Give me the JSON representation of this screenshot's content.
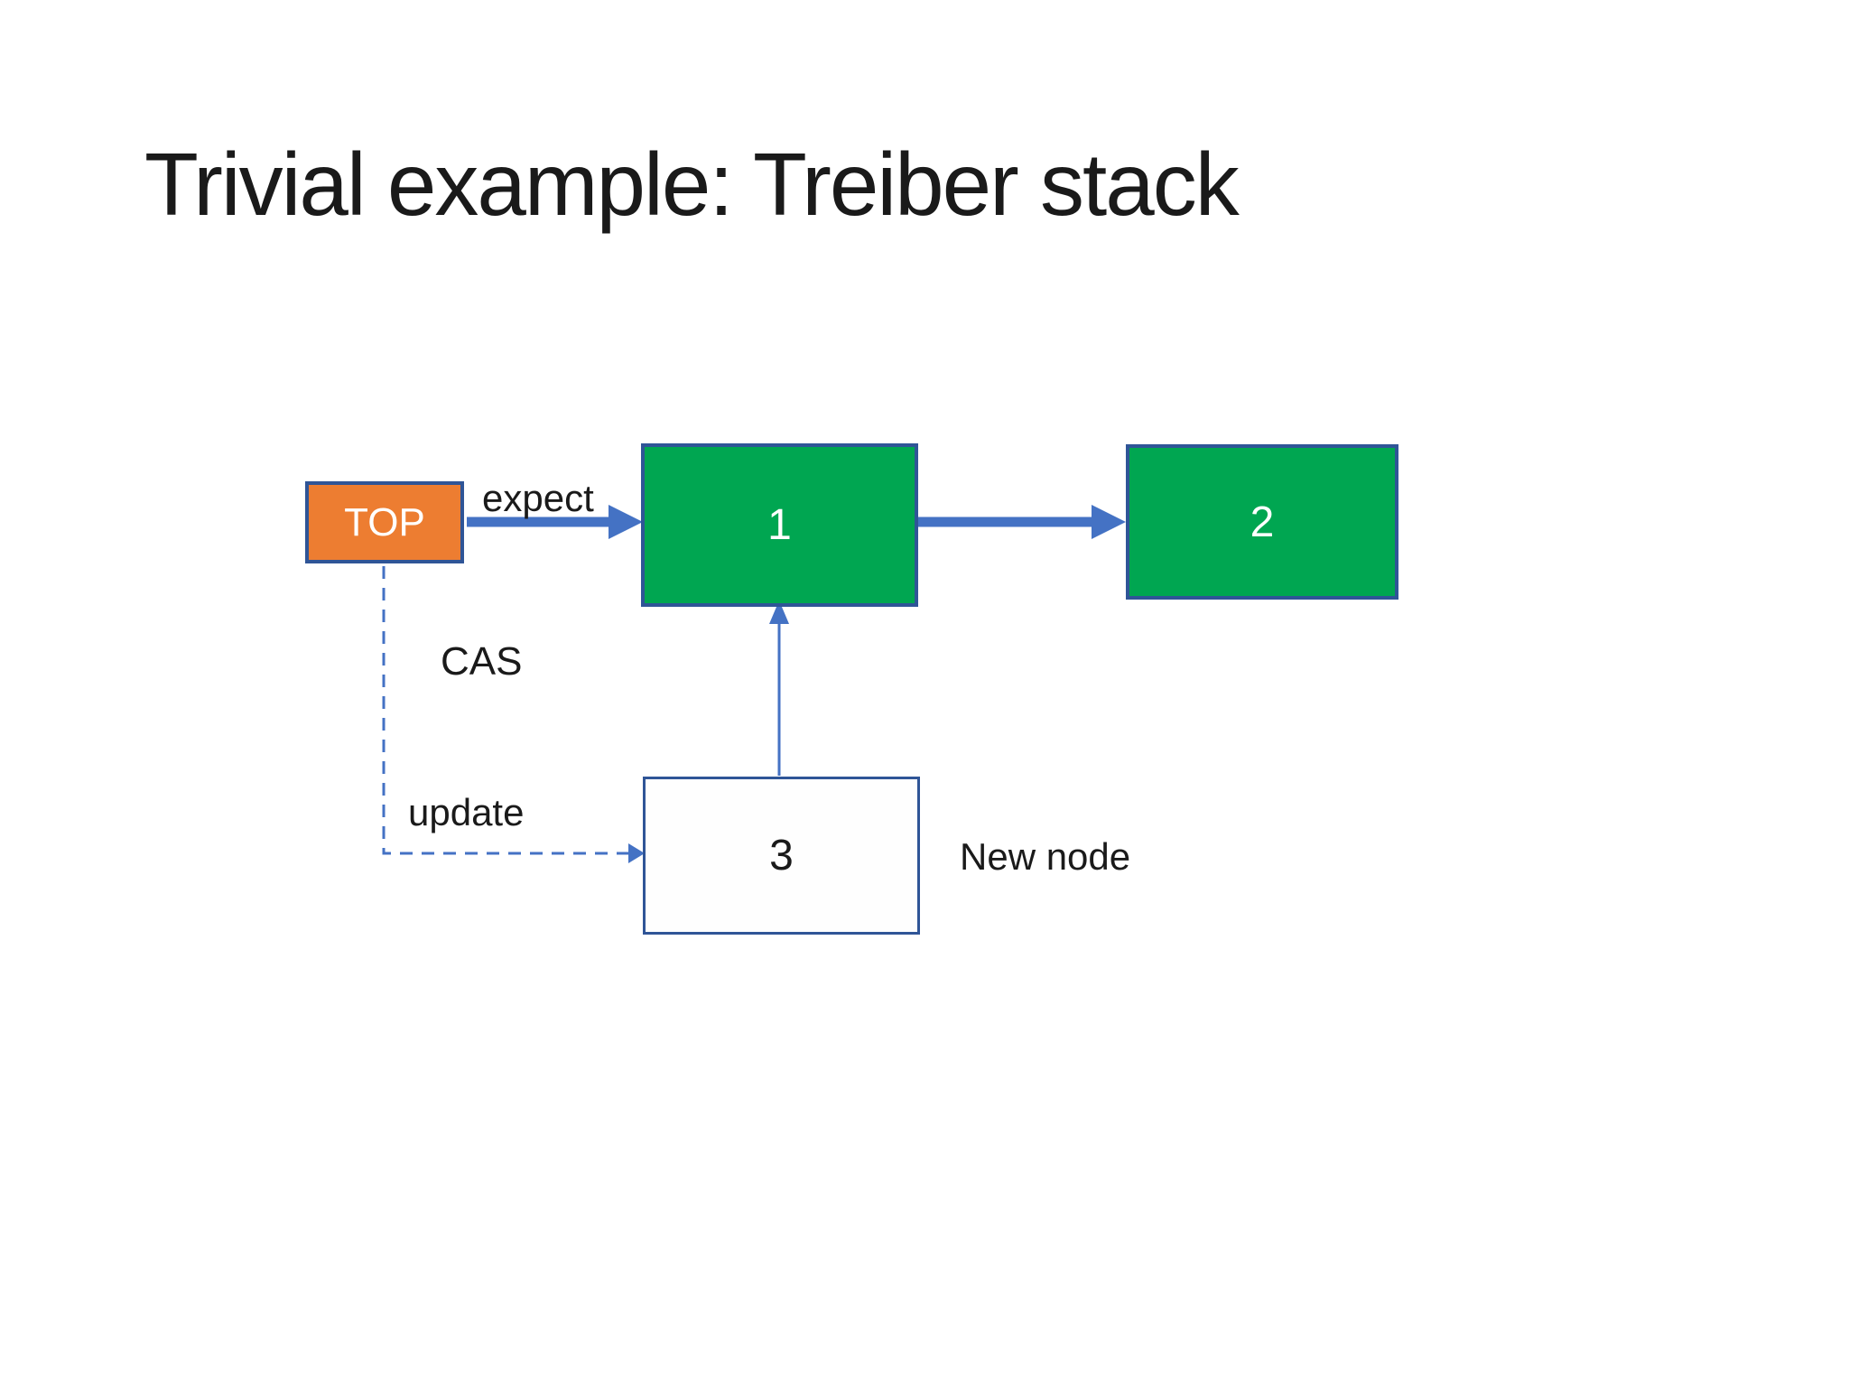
{
  "slide": {
    "title": "Trivial example: Treiber stack"
  },
  "diagram": {
    "pointer": {
      "label": "TOP"
    },
    "nodes": [
      {
        "label": "1"
      },
      {
        "label": "2"
      },
      {
        "label": "3"
      }
    ],
    "labels": {
      "expect": "expect",
      "cas": "CAS",
      "update": "update",
      "new_node": "New node"
    },
    "colors": {
      "pointer_fill": "#ED7D31",
      "node_fill": "#00A651",
      "node_text": "#FFFFFF",
      "border": "#2F5597",
      "arrow": "#4472C4",
      "title_text": "#1A1A1A",
      "label_text": "#1A1A1A",
      "slide_bg": "#FFFFFF"
    }
  }
}
